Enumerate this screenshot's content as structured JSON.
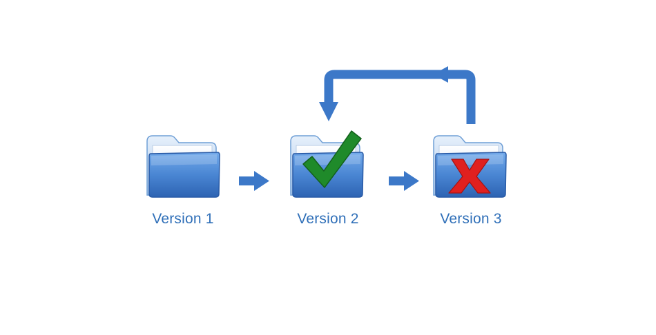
{
  "versions": [
    {
      "label": "Version 1",
      "status": "none"
    },
    {
      "label": "Version 2",
      "status": "good"
    },
    {
      "label": "Version 3",
      "status": "bad"
    }
  ],
  "colors": {
    "arrow": "#3c78c8",
    "folder_front_top": "#6aa2e6",
    "folder_front_bottom": "#2f66b8",
    "folder_back": "#c7dcf3",
    "label_text": "#2f6fb8",
    "check": "#1f8a2a",
    "cross": "#e0201f"
  },
  "icons": [
    "folder-icon",
    "arrow-right-icon",
    "check-icon",
    "cross-icon",
    "loop-back-arrow-icon"
  ]
}
